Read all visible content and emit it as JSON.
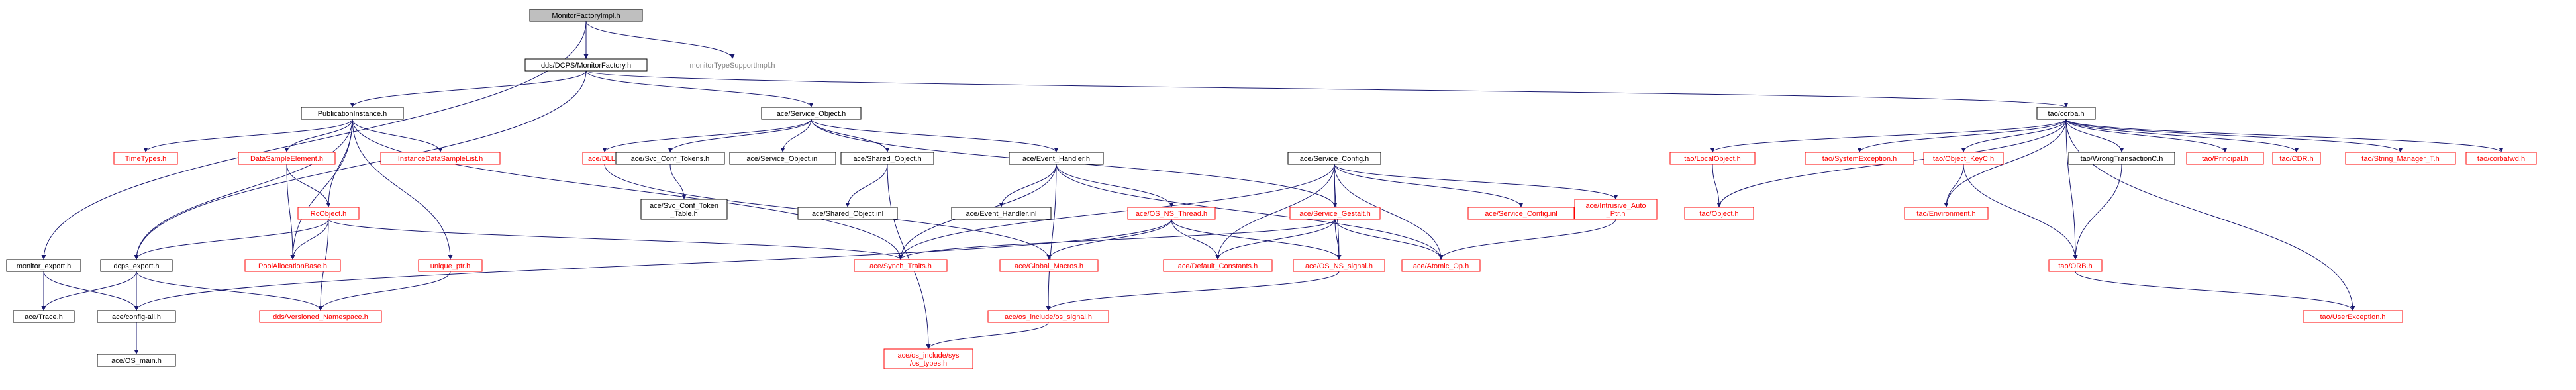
{
  "title": "MonitorFactoryImpl.h",
  "colors": {
    "edge": "#191970",
    "root_fill": "#bfbfbf",
    "root_border": "#000000",
    "normal_border": "#000000",
    "missing_border": "#ff0000",
    "text_normal": "#000000",
    "text_missing": "#ff0000",
    "text_external": "#808080",
    "node_fill": "#ffffff"
  },
  "nodes": [
    {
      "id": "root",
      "kind": "root",
      "lines": [
        "MonitorFactoryImpl.h"
      ]
    },
    {
      "id": "mf",
      "kind": "normal",
      "lines": [
        "dds/DCPS/MonitorFactory.h"
      ]
    },
    {
      "id": "mts",
      "kind": "external",
      "lines": [
        "monitorTypeSupportImpl.h"
      ]
    },
    {
      "id": "mon_export",
      "kind": "normal",
      "lines": [
        "monitor_export.h"
      ]
    },
    {
      "id": "pubinst",
      "kind": "normal",
      "lines": [
        "PublicationInstance.h"
      ]
    },
    {
      "id": "svc_obj",
      "kind": "normal",
      "lines": [
        "ace/Service_Object.h"
      ]
    },
    {
      "id": "tao_corba",
      "kind": "normal",
      "lines": [
        "tao/corba.h"
      ]
    },
    {
      "id": "timetypes",
      "kind": "missing",
      "lines": [
        "TimeTypes.h"
      ]
    },
    {
      "id": "dse",
      "kind": "missing",
      "lines": [
        "DataSampleElement.h"
      ]
    },
    {
      "id": "idsl",
      "kind": "missing",
      "lines": [
        "InstanceDataSampleList.h"
      ]
    },
    {
      "id": "rcobject",
      "kind": "missing",
      "lines": [
        "RcObject.h"
      ]
    },
    {
      "id": "unique_ptr",
      "kind": "missing",
      "lines": [
        "unique_ptr.h"
      ]
    },
    {
      "id": "dcps_export",
      "kind": "normal",
      "lines": [
        "dcps_export.h"
      ]
    },
    {
      "id": "pool_alloc",
      "kind": "missing",
      "lines": [
        "PoolAllocationBase.h"
      ]
    },
    {
      "id": "versioned_ns",
      "kind": "missing",
      "lines": [
        "dds/Versioned_Namespace.h"
      ]
    },
    {
      "id": "ace_trace",
      "kind": "normal",
      "lines": [
        "ace/Trace.h"
      ]
    },
    {
      "id": "ace_config_all",
      "kind": "normal",
      "lines": [
        "ace/config-all.h"
      ]
    },
    {
      "id": "ace_os_main",
      "kind": "normal",
      "lines": [
        "ace/OS_main.h"
      ]
    },
    {
      "id": "ace_dll",
      "kind": "missing",
      "lines": [
        "ace/DLL.h"
      ]
    },
    {
      "id": "svc_conf_tokens",
      "kind": "normal",
      "lines": [
        "ace/Svc_Conf_Tokens.h"
      ]
    },
    {
      "id": "svc_conf_token_table",
      "kind": "normal",
      "lines": [
        "ace/Svc_Conf_Token",
        "_Table.h"
      ]
    },
    {
      "id": "svc_obj_inl",
      "kind": "normal",
      "lines": [
        "ace/Service_Object.inl"
      ]
    },
    {
      "id": "shared_obj",
      "kind": "normal",
      "lines": [
        "ace/Shared_Object.h"
      ]
    },
    {
      "id": "shared_obj_inl",
      "kind": "normal",
      "lines": [
        "ace/Shared_Object.inl"
      ]
    },
    {
      "id": "event_handler",
      "kind": "normal",
      "lines": [
        "ace/Event_Handler.h"
      ]
    },
    {
      "id": "event_handler_inl",
      "kind": "normal",
      "lines": [
        "ace/Event_Handler.inl"
      ]
    },
    {
      "id": "os_ns_thread",
      "kind": "missing",
      "lines": [
        "ace/OS_NS_Thread.h"
      ]
    },
    {
      "id": "service_config",
      "kind": "normal",
      "lines": [
        "ace/Service_Config.h"
      ]
    },
    {
      "id": "service_gestalt",
      "kind": "missing",
      "lines": [
        "ace/Service_Gestalt.h"
      ]
    },
    {
      "id": "service_config_inl",
      "kind": "missing",
      "lines": [
        "ace/Service_Config.inl"
      ]
    },
    {
      "id": "intrusive_auto_ptr",
      "kind": "missing",
      "lines": [
        "ace/Intrusive_Auto",
        "_Ptr.h"
      ]
    },
    {
      "id": "synch_traits",
      "kind": "missing",
      "lines": [
        "ace/Synch_Traits.h"
      ]
    },
    {
      "id": "global_macros",
      "kind": "missing",
      "lines": [
        "ace/Global_Macros.h"
      ]
    },
    {
      "id": "default_constants",
      "kind": "missing",
      "lines": [
        "ace/Default_Constants.h"
      ]
    },
    {
      "id": "os_ns_signal",
      "kind": "missing",
      "lines": [
        "ace/OS_NS_signal.h"
      ]
    },
    {
      "id": "atomic_op",
      "kind": "missing",
      "lines": [
        "ace/Atomic_Op.h"
      ]
    },
    {
      "id": "os_include_signal",
      "kind": "missing",
      "lines": [
        "ace/os_include/os_signal.h"
      ]
    },
    {
      "id": "os_include_types",
      "kind": "missing",
      "lines": [
        "ace/os_include/sys",
        "/os_types.h"
      ]
    },
    {
      "id": "tao_localobject",
      "kind": "missing",
      "lines": [
        "tao/LocalObject.h"
      ]
    },
    {
      "id": "tao_object",
      "kind": "missing",
      "lines": [
        "tao/Object.h"
      ]
    },
    {
      "id": "tao_sysexc",
      "kind": "missing",
      "lines": [
        "tao/SystemException.h"
      ]
    },
    {
      "id": "tao_objkeyc",
      "kind": "missing",
      "lines": [
        "tao/Object_KeyC.h"
      ]
    },
    {
      "id": "tao_environment",
      "kind": "missing",
      "lines": [
        "tao/Environment.h"
      ]
    },
    {
      "id": "tao_wrongtx",
      "kind": "normal",
      "lines": [
        "tao/WrongTransactionC.h"
      ]
    },
    {
      "id": "tao_orb",
      "kind": "missing",
      "lines": [
        "tao/ORB.h"
      ]
    },
    {
      "id": "tao_principal",
      "kind": "missing",
      "lines": [
        "tao/Principal.h"
      ]
    },
    {
      "id": "tao_cdr",
      "kind": "missing",
      "lines": [
        "tao/CDR.h"
      ]
    },
    {
      "id": "tao_string_mgr",
      "kind": "missing",
      "lines": [
        "tao/String_Manager_T.h"
      ]
    },
    {
      "id": "tao_corbafwd",
      "kind": "missing",
      "lines": [
        "tao/corbafwd.h"
      ]
    },
    {
      "id": "tao_userexc",
      "kind": "missing",
      "lines": [
        "tao/UserException.h"
      ]
    }
  ],
  "edges": [
    [
      "root",
      "mf"
    ],
    [
      "root",
      "mts"
    ],
    [
      "root",
      "mon_export"
    ],
    [
      "mf",
      "pubinst"
    ],
    [
      "mf",
      "svc_obj"
    ],
    [
      "mf",
      "tao_corba"
    ],
    [
      "mf",
      "dcps_export"
    ],
    [
      "mon_export",
      "ace_trace"
    ],
    [
      "mon_export",
      "ace_config_all"
    ],
    [
      "pubinst",
      "timetypes"
    ],
    [
      "pubinst",
      "dse"
    ],
    [
      "pubinst",
      "idsl"
    ],
    [
      "pubinst",
      "rcobject"
    ],
    [
      "pubinst",
      "unique_ptr"
    ],
    [
      "pubinst",
      "dcps_export"
    ],
    [
      "pubinst",
      "pool_alloc"
    ],
    [
      "pubinst",
      "synch_traits"
    ],
    [
      "dse",
      "rcobject"
    ],
    [
      "dse",
      "pool_alloc"
    ],
    [
      "rcobject",
      "dcps_export"
    ],
    [
      "rcobject",
      "pool_alloc"
    ],
    [
      "rcobject",
      "versioned_ns"
    ],
    [
      "rcobject",
      "synch_traits"
    ],
    [
      "unique_ptr",
      "versioned_ns"
    ],
    [
      "dcps_export",
      "ace_trace"
    ],
    [
      "dcps_export",
      "ace_config_all"
    ],
    [
      "dcps_export",
      "versioned_ns"
    ],
    [
      "ace_config_all",
      "ace_os_main"
    ],
    [
      "svc_obj",
      "ace_dll"
    ],
    [
      "svc_obj",
      "svc_conf_tokens"
    ],
    [
      "svc_obj",
      "svc_obj_inl"
    ],
    [
      "svc_obj",
      "shared_obj"
    ],
    [
      "svc_obj",
      "event_handler"
    ],
    [
      "svc_obj",
      "service_gestalt"
    ],
    [
      "svc_conf_tokens",
      "svc_conf_token_table"
    ],
    [
      "shared_obj",
      "shared_obj_inl"
    ],
    [
      "shared_obj",
      "os_include_types"
    ],
    [
      "event_handler",
      "event_handler_inl"
    ],
    [
      "event_handler",
      "os_ns_thread"
    ],
    [
      "event_handler",
      "synch_traits"
    ],
    [
      "event_handler",
      "os_include_signal"
    ],
    [
      "event_handler",
      "atomic_op"
    ],
    [
      "os_ns_thread",
      "global_macros"
    ],
    [
      "os_ns_thread",
      "default_constants"
    ],
    [
      "os_ns_thread",
      "os_ns_signal"
    ],
    [
      "os_ns_thread",
      "ace_config_all"
    ],
    [
      "ace_dll",
      "global_macros"
    ],
    [
      "service_config",
      "service_gestalt"
    ],
    [
      "service_config",
      "service_config_inl"
    ],
    [
      "service_config",
      "intrusive_auto_ptr"
    ],
    [
      "service_config",
      "synch_traits"
    ],
    [
      "service_config",
      "default_constants"
    ],
    [
      "service_config",
      "os_ns_signal"
    ],
    [
      "service_config",
      "atomic_op"
    ],
    [
      "service_gestalt",
      "synch_traits"
    ],
    [
      "service_gestalt",
      "default_constants"
    ],
    [
      "service_gestalt",
      "os_ns_signal"
    ],
    [
      "service_gestalt",
      "atomic_op"
    ],
    [
      "intrusive_auto_ptr",
      "atomic_op"
    ],
    [
      "os_ns_signal",
      "os_include_signal"
    ],
    [
      "os_include_signal",
      "os_include_types"
    ],
    [
      "tao_corba",
      "tao_localobject"
    ],
    [
      "tao_corba",
      "tao_object"
    ],
    [
      "tao_corba",
      "tao_sysexc"
    ],
    [
      "tao_corba",
      "tao_objkeyc"
    ],
    [
      "tao_corba",
      "tao_environment"
    ],
    [
      "tao_corba",
      "tao_wrongtx"
    ],
    [
      "tao_corba",
      "tao_orb"
    ],
    [
      "tao_corba",
      "tao_principal"
    ],
    [
      "tao_corba",
      "tao_cdr"
    ],
    [
      "tao_corba",
      "tao_string_mgr"
    ],
    [
      "tao_corba",
      "tao_corbafwd"
    ],
    [
      "tao_corba",
      "tao_userexc"
    ],
    [
      "tao_localobject",
      "tao_object"
    ],
    [
      "tao_objkeyc",
      "tao_environment"
    ],
    [
      "tao_objkeyc",
      "tao_orb"
    ],
    [
      "tao_wrongtx",
      "tao_orb"
    ],
    [
      "tao_orb",
      "tao_userexc"
    ]
  ]
}
